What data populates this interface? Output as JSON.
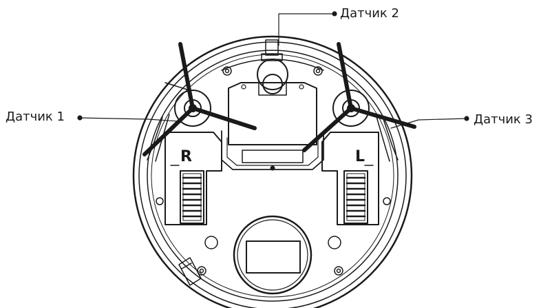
{
  "labels": {
    "sensor_1": "Датчик 1",
    "sensor_2": "Датчик 2",
    "sensor_3": "Датчик 3"
  },
  "wheel_marks": {
    "right": "R",
    "left": "L"
  },
  "colors": {
    "line": "#1a1a1a",
    "background": "#ffffff"
  }
}
